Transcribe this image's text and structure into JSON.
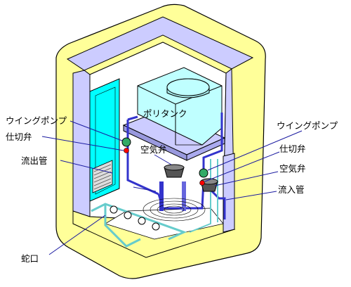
{
  "labels": {
    "wing_pump_left": "ウイングポンプ",
    "gate_valve_left": "仕切弁",
    "outflow_pipe": "流出管",
    "faucet": "蛇口",
    "poly_tank": "ポリタンク",
    "air_valve_center": "空気弁",
    "wing_pump_right": "ウイングポンプ",
    "gate_valve_right": "仕切弁",
    "air_valve_right": "空気弁",
    "inflow_pipe": "流入管"
  },
  "colors": {
    "outer_wall": "#ffff99",
    "inner_liner": "#ccccff",
    "side_panel": "#00ffff",
    "tank": "#bfffff",
    "pipe": "#3333cc",
    "pipe_light": "#66cccc",
    "valve_red": "#ff0000",
    "pump_green": "#33aa66",
    "leader": "#1a1aa0"
  }
}
